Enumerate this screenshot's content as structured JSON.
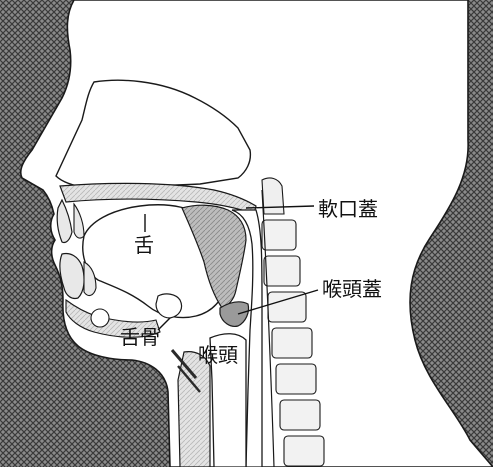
{
  "diagram": {
    "labels": {
      "tongue": "舌",
      "soft_palate": "軟口蓋",
      "epiglottis": "喉頭蓋",
      "hyoid_bone": "舌骨",
      "larynx": "喉頭"
    }
  },
  "colors": {
    "background_hatch": "#5a5a5a",
    "outline": "#1a1a1a",
    "bone_gray": "#c8c8c8",
    "pharynx_gray": "#8c8c8c"
  }
}
